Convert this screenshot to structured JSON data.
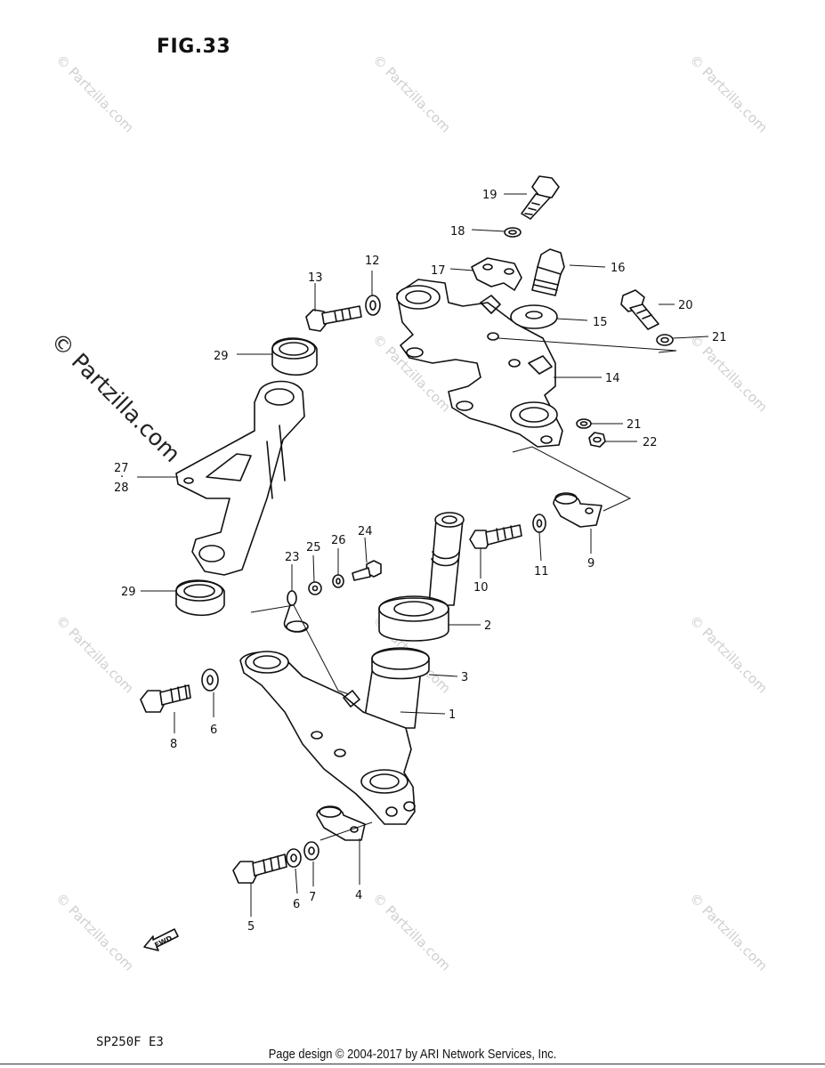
{
  "figure": {
    "title": "FIG.33"
  },
  "model_code": "SP250F  E3",
  "footer": "Page design © 2004-2017 by ARI Network Services, Inc.",
  "watermark": {
    "small": "© Partzilla.com",
    "large": "© Partzilla.com"
  },
  "fwd_label": "FWD",
  "callouts": [
    {
      "id": "1",
      "label": "1"
    },
    {
      "id": "2",
      "label": "2"
    },
    {
      "id": "3",
      "label": "3"
    },
    {
      "id": "4",
      "label": "4"
    },
    {
      "id": "5",
      "label": "5"
    },
    {
      "id": "6a",
      "label": "6"
    },
    {
      "id": "6b",
      "label": "6"
    },
    {
      "id": "7",
      "label": "7"
    },
    {
      "id": "8",
      "label": "8"
    },
    {
      "id": "9",
      "label": "9"
    },
    {
      "id": "10",
      "label": "10"
    },
    {
      "id": "11",
      "label": "11"
    },
    {
      "id": "12",
      "label": "12"
    },
    {
      "id": "13",
      "label": "13"
    },
    {
      "id": "14",
      "label": "14"
    },
    {
      "id": "15",
      "label": "15"
    },
    {
      "id": "16",
      "label": "16"
    },
    {
      "id": "17",
      "label": "17"
    },
    {
      "id": "18",
      "label": "18"
    },
    {
      "id": "19",
      "label": "19"
    },
    {
      "id": "20",
      "label": "20"
    },
    {
      "id": "21a",
      "label": "21"
    },
    {
      "id": "21b",
      "label": "21"
    },
    {
      "id": "22",
      "label": "22"
    },
    {
      "id": "23",
      "label": "23"
    },
    {
      "id": "24",
      "label": "24"
    },
    {
      "id": "25",
      "label": "25"
    },
    {
      "id": "26",
      "label": "26"
    },
    {
      "id": "27",
      "label": "27"
    },
    {
      "id": "dot",
      "label": "·"
    },
    {
      "id": "28",
      "label": "28"
    },
    {
      "id": "29a",
      "label": "29"
    },
    {
      "id": "29b",
      "label": "29"
    }
  ]
}
